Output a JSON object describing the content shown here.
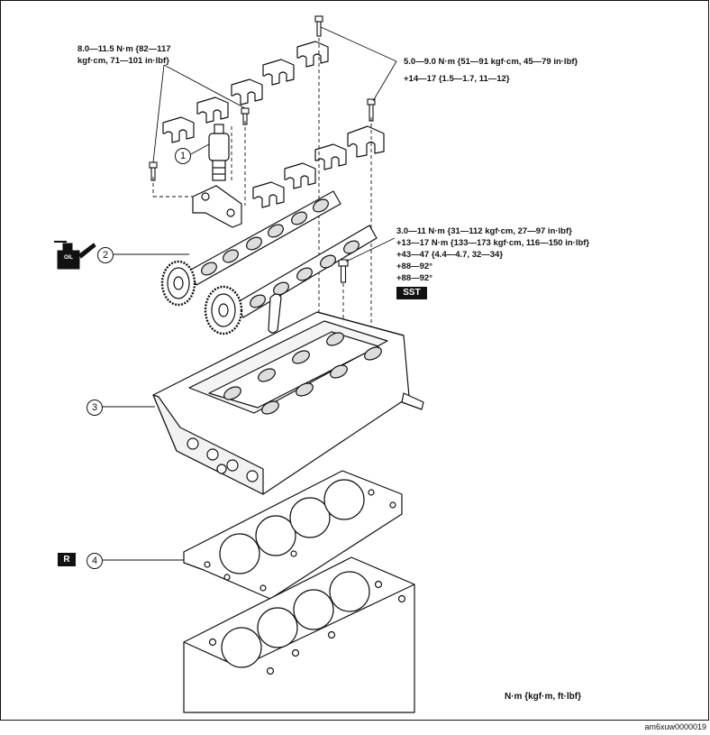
{
  "torque": {
    "top_left": [
      "8.0—11.5 N·m {82—117",
      "kgf·cm, 71—101 in·lbf}"
    ],
    "top_right": [
      "5.0—9.0 N·m {51—91 kgf·cm, 45—79 in·lbf}",
      "+14—17 {1.5—1.7, 11—12}"
    ],
    "head_bolts": [
      "3.0—11 N·m {31—112 kgf·cm, 27—97 in·lbf}",
      "+13—17 N·m {133—173 kgf·cm, 116—150 in·lbf}",
      "+43—47 {4.4—4.7, 32—34}",
      "+88—92°",
      "+88—92°"
    ]
  },
  "badges": {
    "sst": "SST",
    "replace": "R",
    "oil_icon_text": "OIL"
  },
  "callouts": [
    "1",
    "2",
    "3",
    "4"
  ],
  "units_note": "N·m {kgf·m, ft·lbf}",
  "figure_id": "am6xuw0000019"
}
